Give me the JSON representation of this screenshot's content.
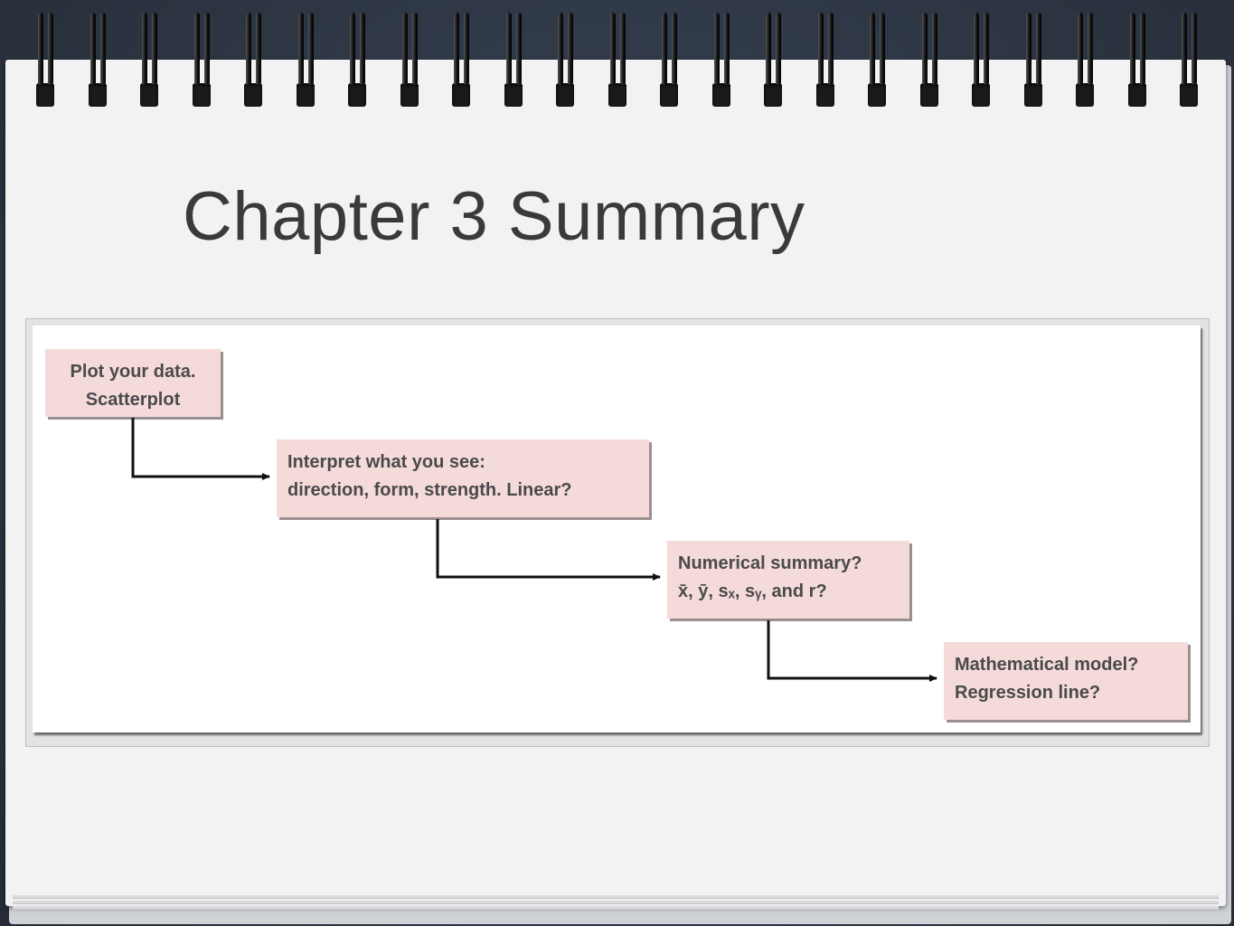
{
  "slide": {
    "title": "Chapter 3 Summary"
  },
  "diagram": {
    "steps": [
      {
        "line1": "Plot your data.",
        "line2": "Scatterplot"
      },
      {
        "line1": "Interpret what you see:",
        "line2": "direction, form, strength. Linear?"
      },
      {
        "line1": "Numerical summary?",
        "line2": "x̄, ȳ, sₓ, sᵧ, and r?"
      },
      {
        "line1": "Mathematical model?",
        "line2": "Regression line?"
      }
    ],
    "box_fill": "#f5dada",
    "box_shadow": "#9a8f90",
    "connector_color": "#111111"
  },
  "colors": {
    "title_text": "#3a3a3a",
    "page": "#f2f2f2",
    "background": "#2b3340"
  }
}
